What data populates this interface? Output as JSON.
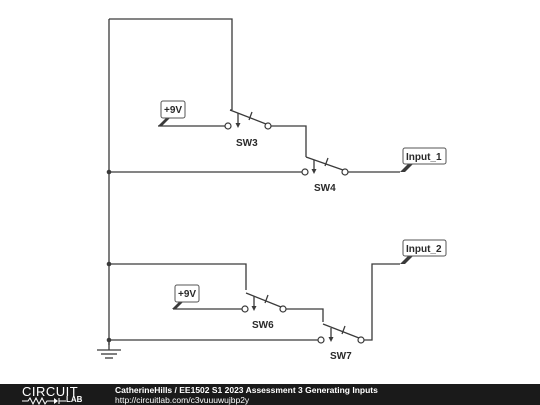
{
  "schematic": {
    "labels": {
      "sw3": "SW3",
      "sw4": "SW4",
      "sw6": "SW6",
      "sw7": "SW7"
    },
    "flags": {
      "supply_top": "+9V",
      "supply_bottom": "+9V",
      "output_1": "Input_1",
      "output_2": "Input_2"
    }
  },
  "footer": {
    "logo_top": "CIRCUIT",
    "logo_bottom": "LAB",
    "author": "CatherineHills",
    "separator": " / ",
    "title": "EE1502 S1 2023 Assessment 3 Generating Inputs",
    "url": "http://circuitlab.com/c3vuuuwujbp2y"
  }
}
